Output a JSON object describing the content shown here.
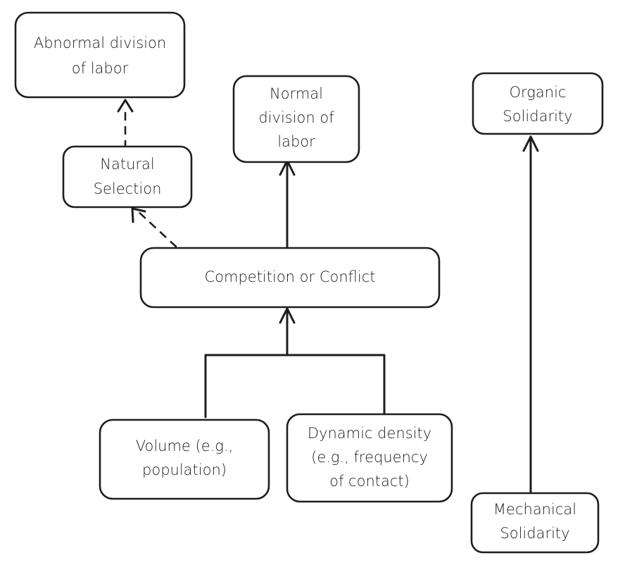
{
  "nodes": {
    "abnormal": {
      "lines": [
        "Abnormal division",
        "of labor"
      ]
    },
    "natural": {
      "lines": [
        "Natural",
        "Selection"
      ]
    },
    "normal": {
      "lines": [
        "Normal",
        "division of",
        "labor"
      ]
    },
    "organic": {
      "lines": [
        "Organic",
        "Solidarity"
      ]
    },
    "competition": {
      "lines": [
        "Competition or Conflict"
      ]
    },
    "volume": {
      "lines": [
        "Volume (e.g.,",
        "population)"
      ]
    },
    "dynamic": {
      "lines": [
        "Dynamic density",
        "(e.g., frequency",
        "of contact)"
      ]
    },
    "mechanical": {
      "lines": [
        "Mechanical",
        "Solidarity"
      ]
    }
  },
  "edges": [
    {
      "from": "natural",
      "to": "abnormal",
      "style": "dashed"
    },
    {
      "from": "competition",
      "to": "natural",
      "style": "dashed"
    },
    {
      "from": "competition",
      "to": "normal",
      "style": "solid"
    },
    {
      "from": "volume",
      "to": "competition",
      "style": "solid"
    },
    {
      "from": "dynamic",
      "to": "competition",
      "style": "solid"
    },
    {
      "from": "mechanical",
      "to": "organic",
      "style": "solid"
    }
  ]
}
